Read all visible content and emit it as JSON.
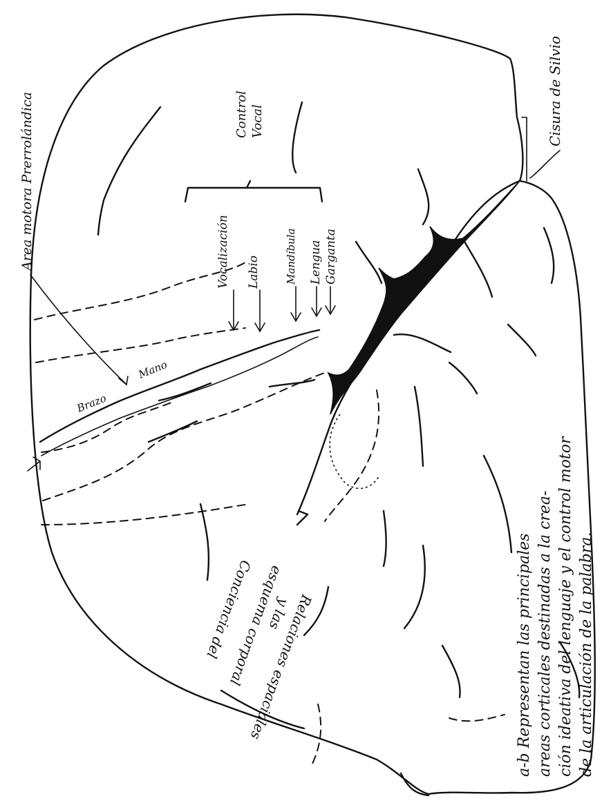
{
  "labels": {
    "area_motora": "Area motora Prerrolándica",
    "cisura": "Cisura de Silvio",
    "control_vocal_1": "Control",
    "control_vocal_2": "Vocal",
    "vocalizacion": "Vocalización",
    "labio": "Labio",
    "mandibula": "Mandíbula",
    "lengua": "Lengua",
    "garganta": "Garganta",
    "brazo": "Brazo",
    "mano": "Mano",
    "conciencia_1": "Conciencia del",
    "conciencia_2": "esquema corporal",
    "conciencia_3": "y las",
    "conciencia_4": "Relaciones espaciales"
  },
  "caption": {
    "line1": "a-b Representan las principales",
    "line2": "areas corticales destinadas a la crea-",
    "line3": "ción ideativa del lenguaje y el control motor",
    "line4": "de la articulación de la palabra."
  },
  "colors": {
    "ink": "#111111",
    "paper": "#ffffff"
  }
}
